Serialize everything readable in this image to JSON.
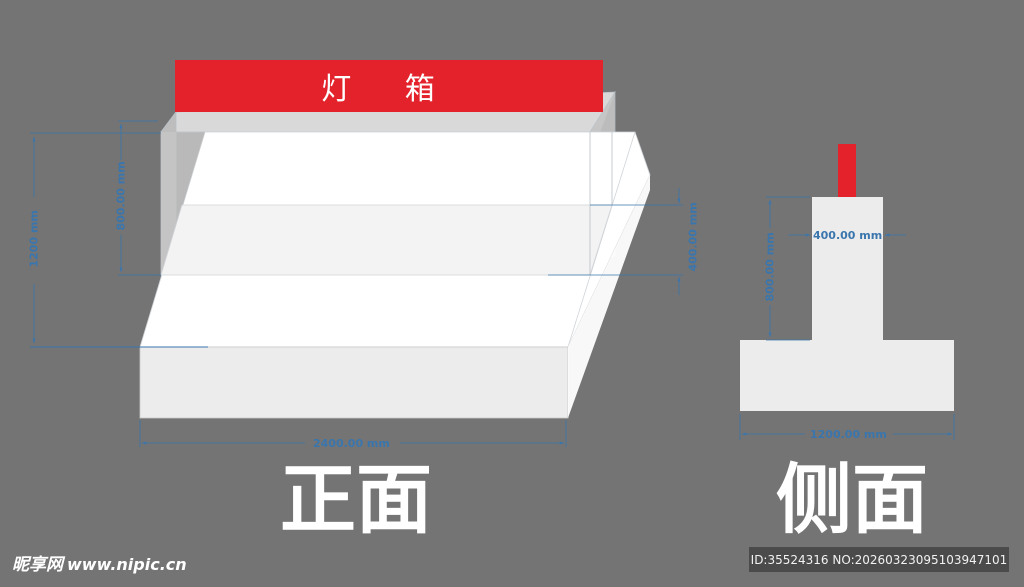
{
  "sign": {
    "text": "灯 箱",
    "color": "#e3222b"
  },
  "front_view": {
    "label": "正面",
    "dimensions": {
      "total_height": "1200 mm",
      "sign_box_height": "800.00 mm",
      "step_height": "400.00 mm",
      "width": "2400.00 mm"
    }
  },
  "side_view": {
    "label": "侧面",
    "dimensions": {
      "upper_width": "400.00 mm",
      "upper_height": "800.00 mm",
      "base_width": "1200.00 mm"
    }
  },
  "watermark": {
    "brand": "昵享网",
    "site": "www.nipic.cn"
  },
  "id_bar": {
    "text": "ID:35524316 NO:20260323095103947101"
  },
  "colors": {
    "background": "#747474",
    "dimension": "#3a76ad",
    "panel": "#ececec",
    "red": "#e3222b"
  }
}
